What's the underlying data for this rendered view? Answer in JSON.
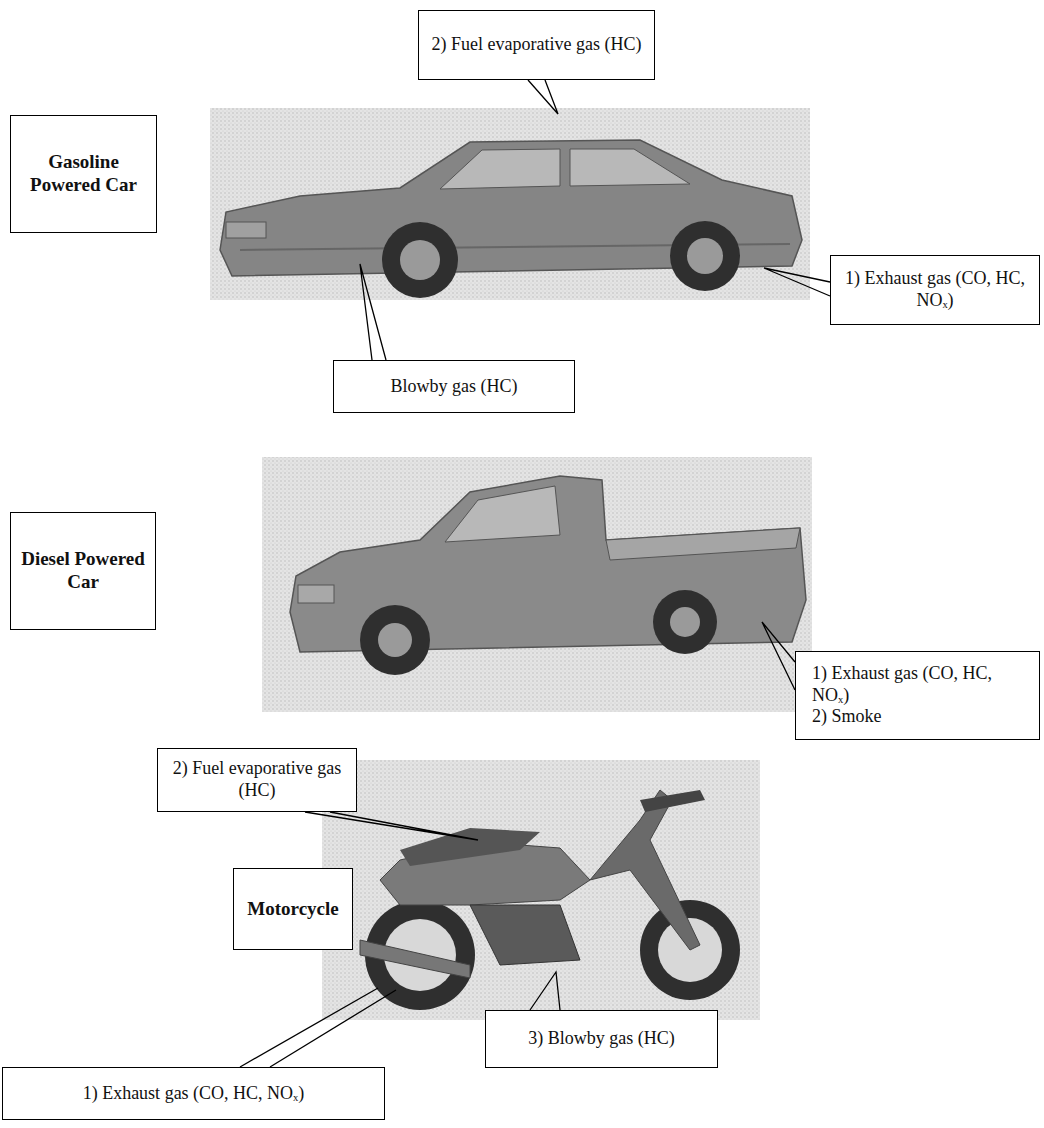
{
  "diagram": {
    "nodes": [
      {
        "text": [
          "2) Fuel evaporative gas (HC)"
        ]
      },
      {
        "text": [
          "Gasoline Powered Car"
        ]
      },
      {
        "text": [
          "1) Exhaust gas (CO, HC, NOₓ)"
        ]
      },
      {
        "text": [
          "Blowby gas (HC)"
        ]
      },
      {
        "text": [
          "Diesel Powered Car"
        ]
      },
      {
        "text": [
          "1) Exhaust gas (CO, HC, NOₓ)",
          "2) Smoke"
        ]
      },
      {
        "text": [
          "2) Fuel evaporative gas (HC)"
        ]
      },
      {
        "text": [
          "Motorcycle"
        ]
      },
      {
        "text": [
          "1) Exhaust gas (CO, HC, NOₓ)"
        ]
      },
      {
        "text": [
          "3) Blowby gas (HC)"
        ]
      }
    ]
  }
}
